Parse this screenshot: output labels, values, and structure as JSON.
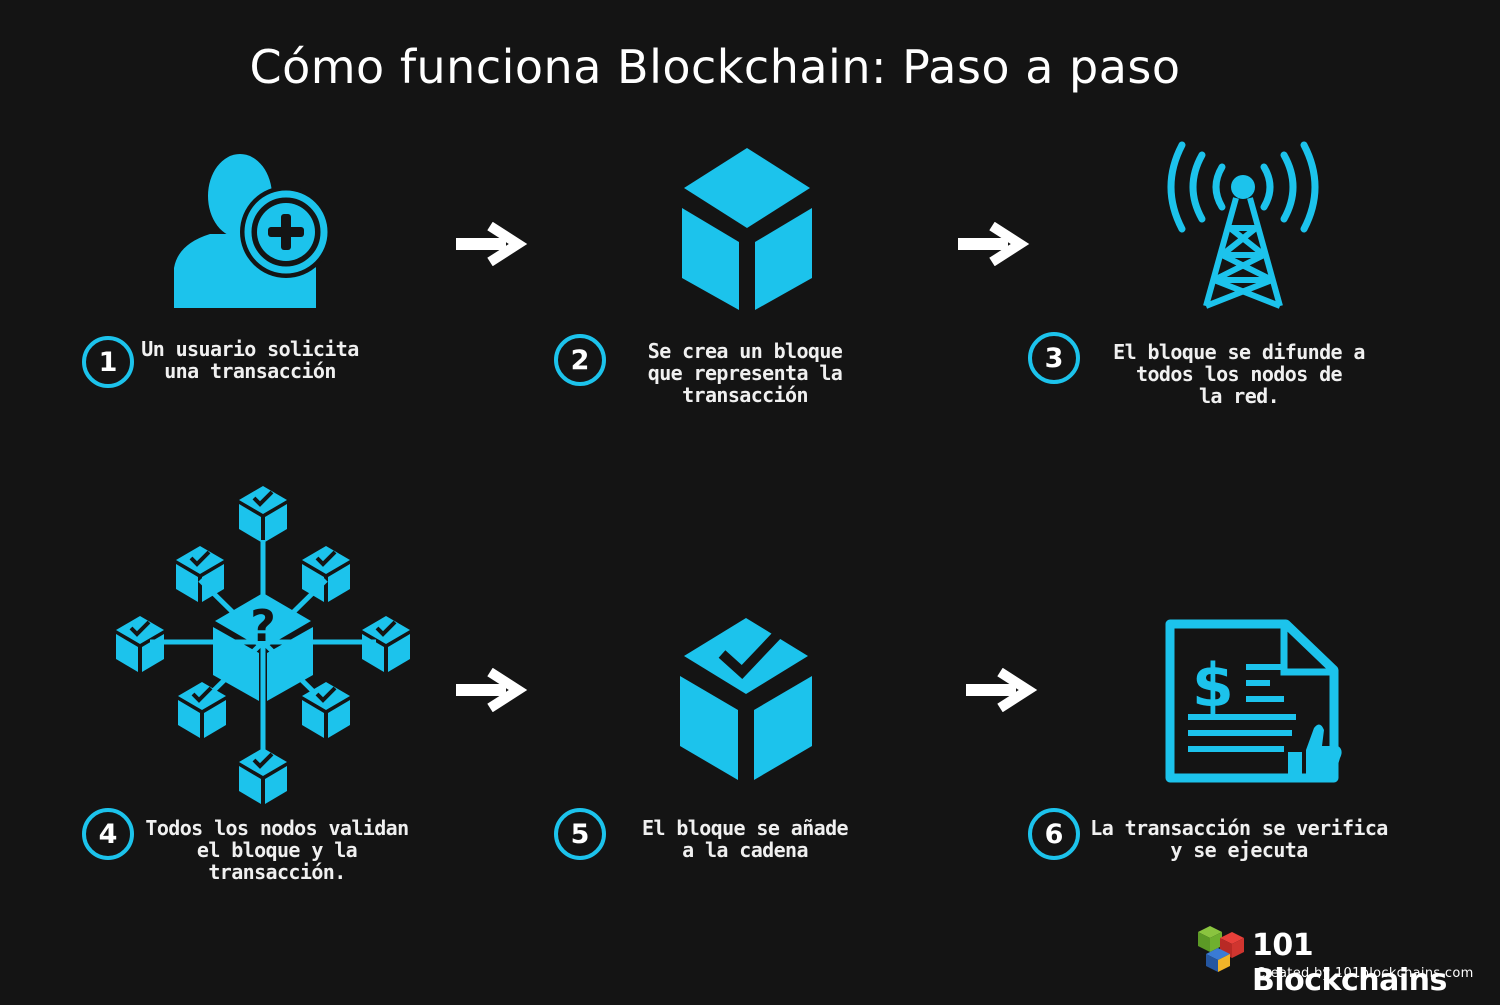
{
  "title": "Cómo funciona Blockchain: Paso a paso",
  "colors": {
    "accent": "#1cc3ec",
    "background": "#141414",
    "text": "#ffffff"
  },
  "steps": [
    {
      "number": "1",
      "lines": [
        "Un usuario solicita",
        "una transacción"
      ],
      "icon": "user-add-icon"
    },
    {
      "number": "2",
      "lines": [
        "Se crea un bloque",
        "que representa la",
        "transacción"
      ],
      "icon": "cube-icon"
    },
    {
      "number": "3",
      "lines": [
        "El bloque se difunde a",
        "todos los nodos de",
        "la red."
      ],
      "icon": "broadcast-tower-icon"
    },
    {
      "number": "4",
      "lines": [
        "Todos los nodos validan",
        "el bloque y la",
        "transacción."
      ],
      "icon": "node-network-icon"
    },
    {
      "number": "5",
      "lines": [
        "El bloque se añade",
        "a la cadena"
      ],
      "icon": "cube-check-icon"
    },
    {
      "number": "6",
      "lines": [
        "La transacción se verifica",
        "y se ejecuta"
      ],
      "icon": "invoice-approved-icon"
    }
  ],
  "footer": {
    "brand": "101 Blockchains",
    "created": "Created by 101blockchains.com"
  }
}
